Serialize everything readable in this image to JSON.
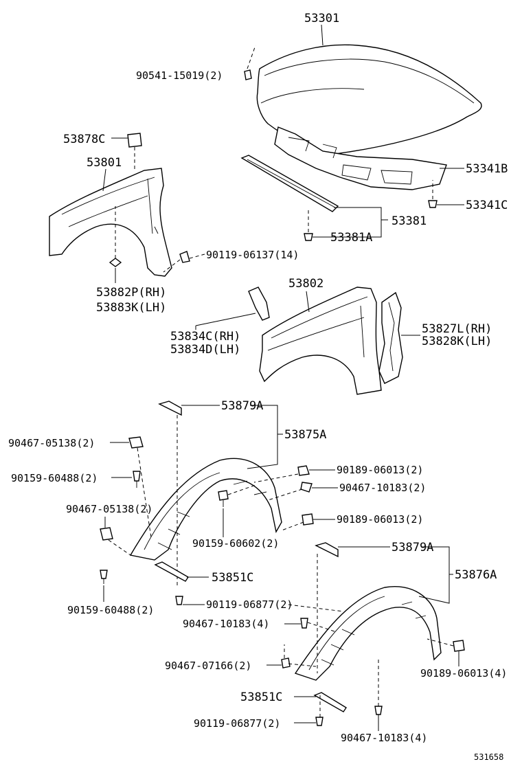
{
  "labels": {
    "l53301": "53301",
    "l90541": "90541-15019(2)",
    "l53878C": "53878C",
    "l53801": "53801",
    "l53341B": "53341B",
    "l53341C": "53341C",
    "l53381": "53381",
    "l53381A": "53381A",
    "l90119_06137": "90119-06137(14)",
    "l53882P": "53882P(RH)",
    "l53883K": "53883K(LH)",
    "l53802": "53802",
    "l53834C": "53834C(RH)",
    "l53834D": "53834D(LH)",
    "l53827L": "53827L(RH)",
    "l53828K": "53828K(LH)",
    "l53879A_1": "53879A",
    "l53875A": "53875A",
    "l90467_05138_a": "90467-05138(2)",
    "l90159_60488_a": "90159-60488(2)",
    "l90189_06013_a": "90189-06013(2)",
    "l90467_10183_a": "90467-10183(2)",
    "l90467_05138_b": "90467-05138(2)",
    "l90189_06013_b": "90189-06013(2)",
    "l90159_60602": "90159-60602(2)",
    "l53851C_1": "53851C",
    "l90159_60488_b": "90159-60488(2)",
    "l53879A_2": "53879A",
    "l53876A": "53876A",
    "l90119_06877_a": "90119-06877(2)",
    "l90467_10183_b": "90467-10183(4)",
    "l90467_07166": "90467-07166(2)",
    "l90189_06013_c": "90189-06013(4)",
    "l53851C_2": "53851C",
    "l90119_06877_b": "90119-06877(2)",
    "l90467_10183_c": "90467-10183(4)",
    "diagram_id": "531658"
  }
}
